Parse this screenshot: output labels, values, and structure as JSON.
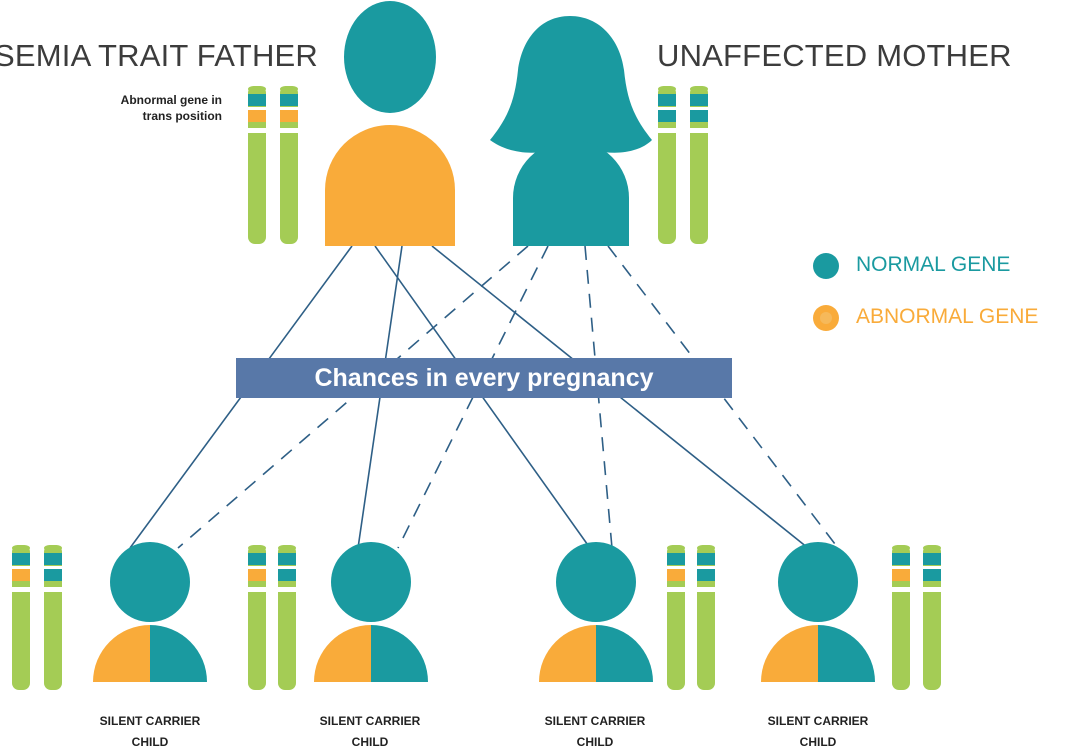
{
  "father": {
    "title": "SEMIA TRAIT FATHER",
    "note_line1": "Abnormal gene in",
    "note_line2": "trans position"
  },
  "mother": {
    "title": "UNAFFECTED MOTHER"
  },
  "banner": {
    "text": "Chances in every pregnancy"
  },
  "legend": {
    "normal": "NORMAL GENE",
    "abnormal": "ABNORMAL GENE"
  },
  "children": [
    {
      "line1": "SILENT CARRIER",
      "line2": "CHILD"
    },
    {
      "line1": "SILENT CARRIER",
      "line2": "CHILD"
    },
    {
      "line1": "SILENT CARRIER",
      "line2": "CHILD"
    },
    {
      "line1": "SILENT CARRIER",
      "line2": "CHILD"
    }
  ],
  "colors": {
    "teal": "#1a9aa0",
    "orange": "#f9ab3a",
    "green": "#a4cc55",
    "banner": "#5878a8",
    "line": "#2e5f86"
  }
}
